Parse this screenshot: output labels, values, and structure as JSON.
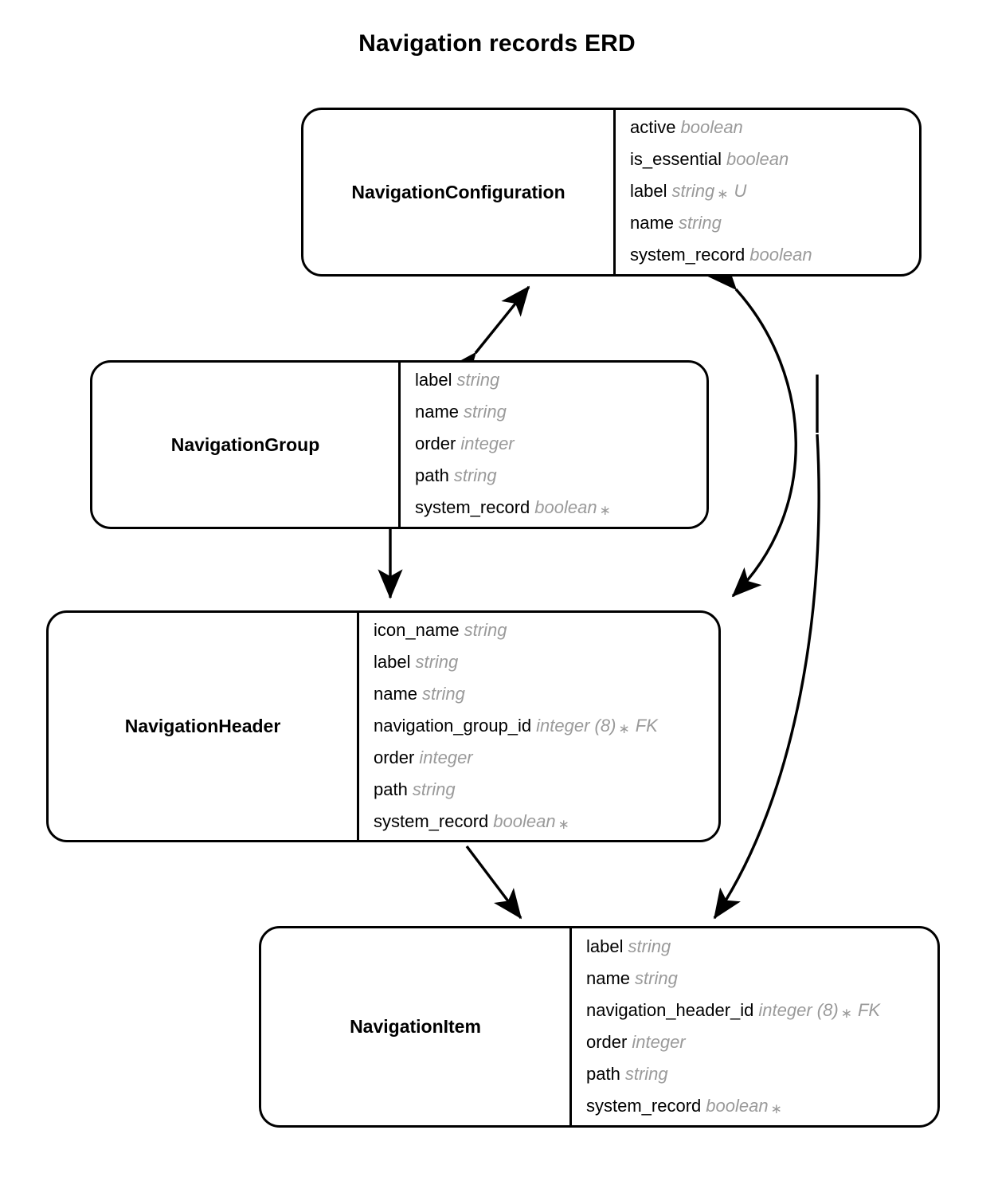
{
  "title": "Navigation records ERD",
  "colors": {
    "stroke": "#000000",
    "attribute_name": "#000000",
    "attribute_type": "#9a9a9a",
    "background": "#ffffff"
  },
  "entities": [
    {
      "id": "navigation-configuration",
      "name": "NavigationConfiguration",
      "attributes": [
        {
          "name": "active",
          "type": "boolean",
          "star": "",
          "flag": ""
        },
        {
          "name": "is_essential",
          "type": "boolean",
          "star": "",
          "flag": ""
        },
        {
          "name": "label",
          "type": "string",
          "star": "∗",
          "flag": "U"
        },
        {
          "name": "name",
          "type": "string",
          "star": "",
          "flag": ""
        },
        {
          "name": "system_record",
          "type": "boolean",
          "star": "",
          "flag": ""
        }
      ]
    },
    {
      "id": "navigation-group",
      "name": "NavigationGroup",
      "attributes": [
        {
          "name": "label",
          "type": "string",
          "star": "",
          "flag": ""
        },
        {
          "name": "name",
          "type": "string",
          "star": "",
          "flag": ""
        },
        {
          "name": "order",
          "type": "integer",
          "star": "",
          "flag": ""
        },
        {
          "name": "path",
          "type": "string",
          "star": "",
          "flag": ""
        },
        {
          "name": "system_record",
          "type": "boolean",
          "star": "∗",
          "flag": ""
        }
      ]
    },
    {
      "id": "navigation-header",
      "name": "NavigationHeader",
      "attributes": [
        {
          "name": "icon_name",
          "type": "string",
          "star": "",
          "flag": ""
        },
        {
          "name": "label",
          "type": "string",
          "star": "",
          "flag": ""
        },
        {
          "name": "name",
          "type": "string",
          "star": "",
          "flag": ""
        },
        {
          "name": "navigation_group_id",
          "type": "integer (8)",
          "star": "∗",
          "flag": "FK"
        },
        {
          "name": "order",
          "type": "integer",
          "star": "",
          "flag": ""
        },
        {
          "name": "path",
          "type": "string",
          "star": "",
          "flag": ""
        },
        {
          "name": "system_record",
          "type": "boolean",
          "star": "∗",
          "flag": ""
        }
      ]
    },
    {
      "id": "navigation-item",
      "name": "NavigationItem",
      "attributes": [
        {
          "name": "label",
          "type": "string",
          "star": "",
          "flag": ""
        },
        {
          "name": "name",
          "type": "string",
          "star": "",
          "flag": ""
        },
        {
          "name": "navigation_header_id",
          "type": "integer (8)",
          "star": "∗",
          "flag": "FK"
        },
        {
          "name": "order",
          "type": "integer",
          "star": "",
          "flag": ""
        },
        {
          "name": "path",
          "type": "string",
          "star": "",
          "flag": ""
        },
        {
          "name": "system_record",
          "type": "boolean",
          "star": "∗",
          "flag": ""
        }
      ]
    }
  ],
  "relationships": [
    {
      "id": "config-group",
      "from": "navigation-configuration",
      "to": "navigation-group",
      "arrows": "both"
    },
    {
      "id": "group-header",
      "from": "navigation-group",
      "to": "navigation-header",
      "arrows": "to"
    },
    {
      "id": "config-header",
      "from": "navigation-configuration",
      "to": "navigation-header",
      "arrows": "both"
    },
    {
      "id": "header-item",
      "from": "navigation-header",
      "to": "navigation-item",
      "arrows": "to"
    },
    {
      "id": "config-item",
      "from": "navigation-configuration",
      "to": "navigation-item",
      "arrows": "to"
    }
  ]
}
